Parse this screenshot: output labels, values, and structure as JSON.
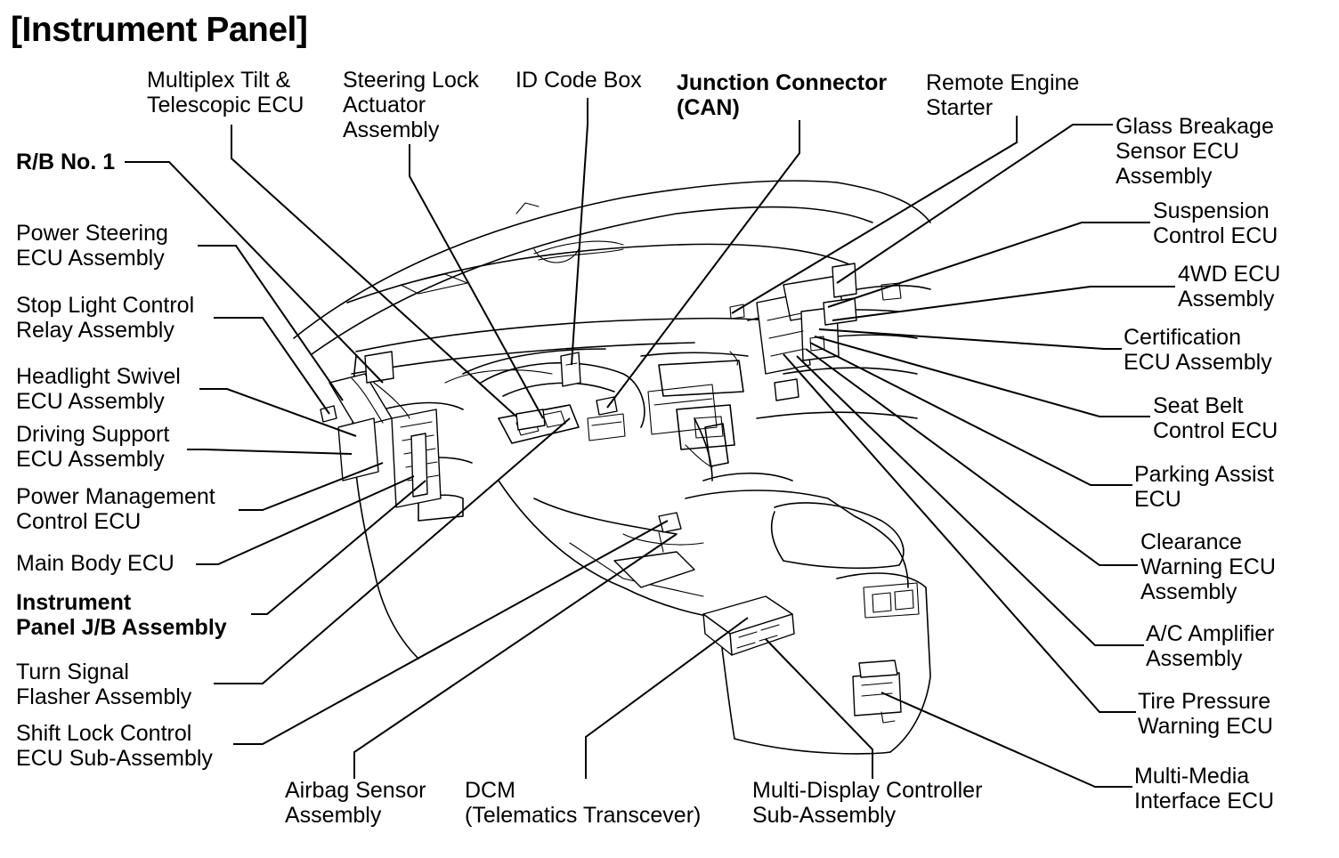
{
  "title": "[Instrument Panel]",
  "labels": {
    "multiplex_tilt": [
      "Multiplex Tilt &",
      "Telescopic ECU"
    ],
    "steering_lock": [
      "Steering Lock",
      "Actuator",
      "Assembly"
    ],
    "id_code_box": [
      "ID Code Box"
    ],
    "junction_connector": [
      "Junction Connector",
      "(CAN)"
    ],
    "remote_engine": [
      "Remote Engine",
      "Starter"
    ],
    "glass_breakage": [
      "Glass Breakage",
      "Sensor ECU",
      "Assembly"
    ],
    "rb_no1": [
      "R/B No. 1"
    ],
    "power_steering": [
      "Power Steering",
      "ECU Assembly"
    ],
    "stop_light": [
      "Stop Light Control",
      "Relay Assembly"
    ],
    "headlight_swivel": [
      "Headlight Swivel",
      "ECU Assembly"
    ],
    "driving_support": [
      "Driving Support",
      "ECU Assembly"
    ],
    "power_management": [
      "Power Management",
      "Control ECU"
    ],
    "main_body": [
      "Main Body ECU"
    ],
    "instrument_jb": [
      "Instrument",
      "Panel J/B Assembly"
    ],
    "turn_signal": [
      "Turn Signal",
      "Flasher Assembly"
    ],
    "shift_lock": [
      "Shift Lock Control",
      "ECU Sub-Assembly"
    ],
    "airbag_sensor": [
      "Airbag Sensor",
      "Assembly"
    ],
    "dcm": [
      "DCM",
      "(Telematics Transcever)"
    ],
    "multi_display": [
      "Multi-Display Controller",
      "Sub-Assembly"
    ],
    "suspension": [
      "Suspension",
      "Control ECU"
    ],
    "fourwd": [
      "4WD ECU",
      "Assembly"
    ],
    "certification": [
      "Certification",
      "ECU Assembly"
    ],
    "seat_belt": [
      "Seat Belt",
      "Control ECU"
    ],
    "parking_assist": [
      "Parking Assist",
      "ECU"
    ],
    "clearance_warning": [
      "Clearance",
      "Warning ECU",
      "Assembly"
    ],
    "ac_amplifier": [
      "A/C Amplifier",
      "Assembly"
    ],
    "tire_pressure": [
      "Tire Pressure",
      "Warning ECU"
    ],
    "multimedia": [
      "Multi-Media",
      "Interface ECU"
    ]
  }
}
